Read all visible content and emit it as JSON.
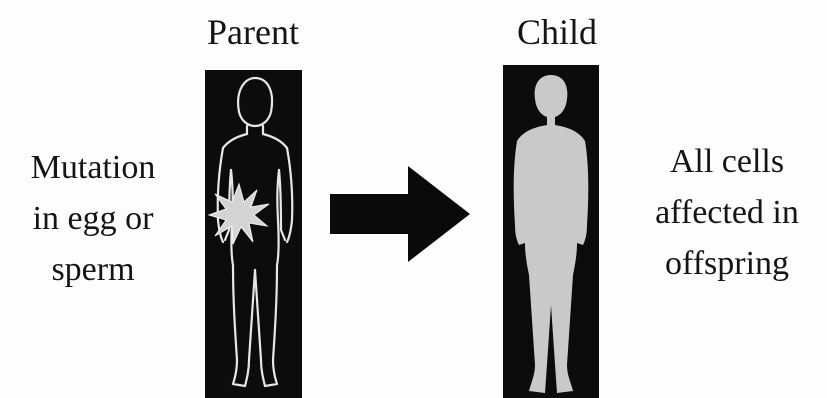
{
  "diagram": {
    "parent_heading": "Parent",
    "child_heading": "Child",
    "left_label": [
      "Mutation",
      "in egg or",
      "sperm"
    ],
    "right_label": [
      "All cells",
      "affected in",
      "offspring"
    ]
  },
  "colors": {
    "panel": "#0c0c0c",
    "outline": "#e6e6e6",
    "child_fill": "#c9c9c9",
    "mutation_star": "#d4d4d4",
    "arrow": "#0a0a0a",
    "text": "#151515"
  },
  "icons": {
    "mutation": "starburst-icon",
    "direction": "right-arrow-icon"
  }
}
